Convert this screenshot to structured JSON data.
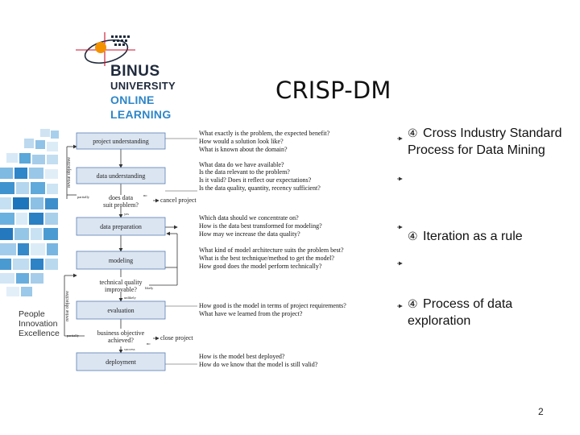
{
  "logo": {
    "name_line1": "BINUS",
    "name_line2": "UNIVERSITY",
    "name_line3": "ONLINE",
    "name_line4": "LEARNING",
    "tagline": [
      "People",
      "Innovation",
      "Excellence"
    ],
    "colors": {
      "dark": "#1f2a3c",
      "blue": "#2e86c8",
      "orange": "#f39200"
    }
  },
  "slide": {
    "title": "CRISP-DM",
    "page_number": "2"
  },
  "bullets": [
    {
      "glyph": "④",
      "text": "Cross Industry Standard Process for Data Mining"
    },
    {
      "glyph": "④",
      "text": "Iteration as a rule"
    },
    {
      "glyph": "④",
      "text": "Process of data exploration"
    }
  ],
  "diagram": {
    "box_fill": "#dbe5f1",
    "box_stroke": "#5a7db5",
    "boxes": [
      "project understanding",
      "data understanding",
      "data preparation",
      "modeling",
      "evaluation",
      "deployment"
    ],
    "decisions": [
      {
        "line1": "does data",
        "line2": "suit problem?",
        "no": "no",
        "yes": "yes",
        "partially": "partially",
        "outcome": "cancel project"
      },
      {
        "line1": "technical quality",
        "line2": "improvable?",
        "likely": "likely",
        "unlikely": "unlikely"
      },
      {
        "line1": "business objective",
        "line2": "achieved?",
        "no": "no",
        "success": "success",
        "partially": "partially",
        "outcome": "close project"
      }
    ],
    "side_labels": [
      "revise objective",
      "revise objective"
    ],
    "questions": [
      [
        "What exactly is the problem, the expected benefit?",
        "How would a solution look like?",
        "What is known about the domain?"
      ],
      [
        "What data do we have available?",
        "Is the data relevant to the problem?",
        "Is it valid? Does it reflect our expectations?",
        "Is the data quality, quantity, recency sufficient?"
      ],
      [
        "Which data should we concentrate on?",
        "How is the data best transformed for modeling?",
        "How may we increase the data quality?"
      ],
      [
        "What kind of model architecture suits the problem best?",
        "What is the best technique/method to get the model?",
        "How good does the model perform technically?"
      ],
      [
        "How good is the model in terms of project requirements?",
        "What have we learned from the project?"
      ],
      [
        "How is the model best deployed?",
        "How do we know that the model is still valid?"
      ]
    ]
  }
}
